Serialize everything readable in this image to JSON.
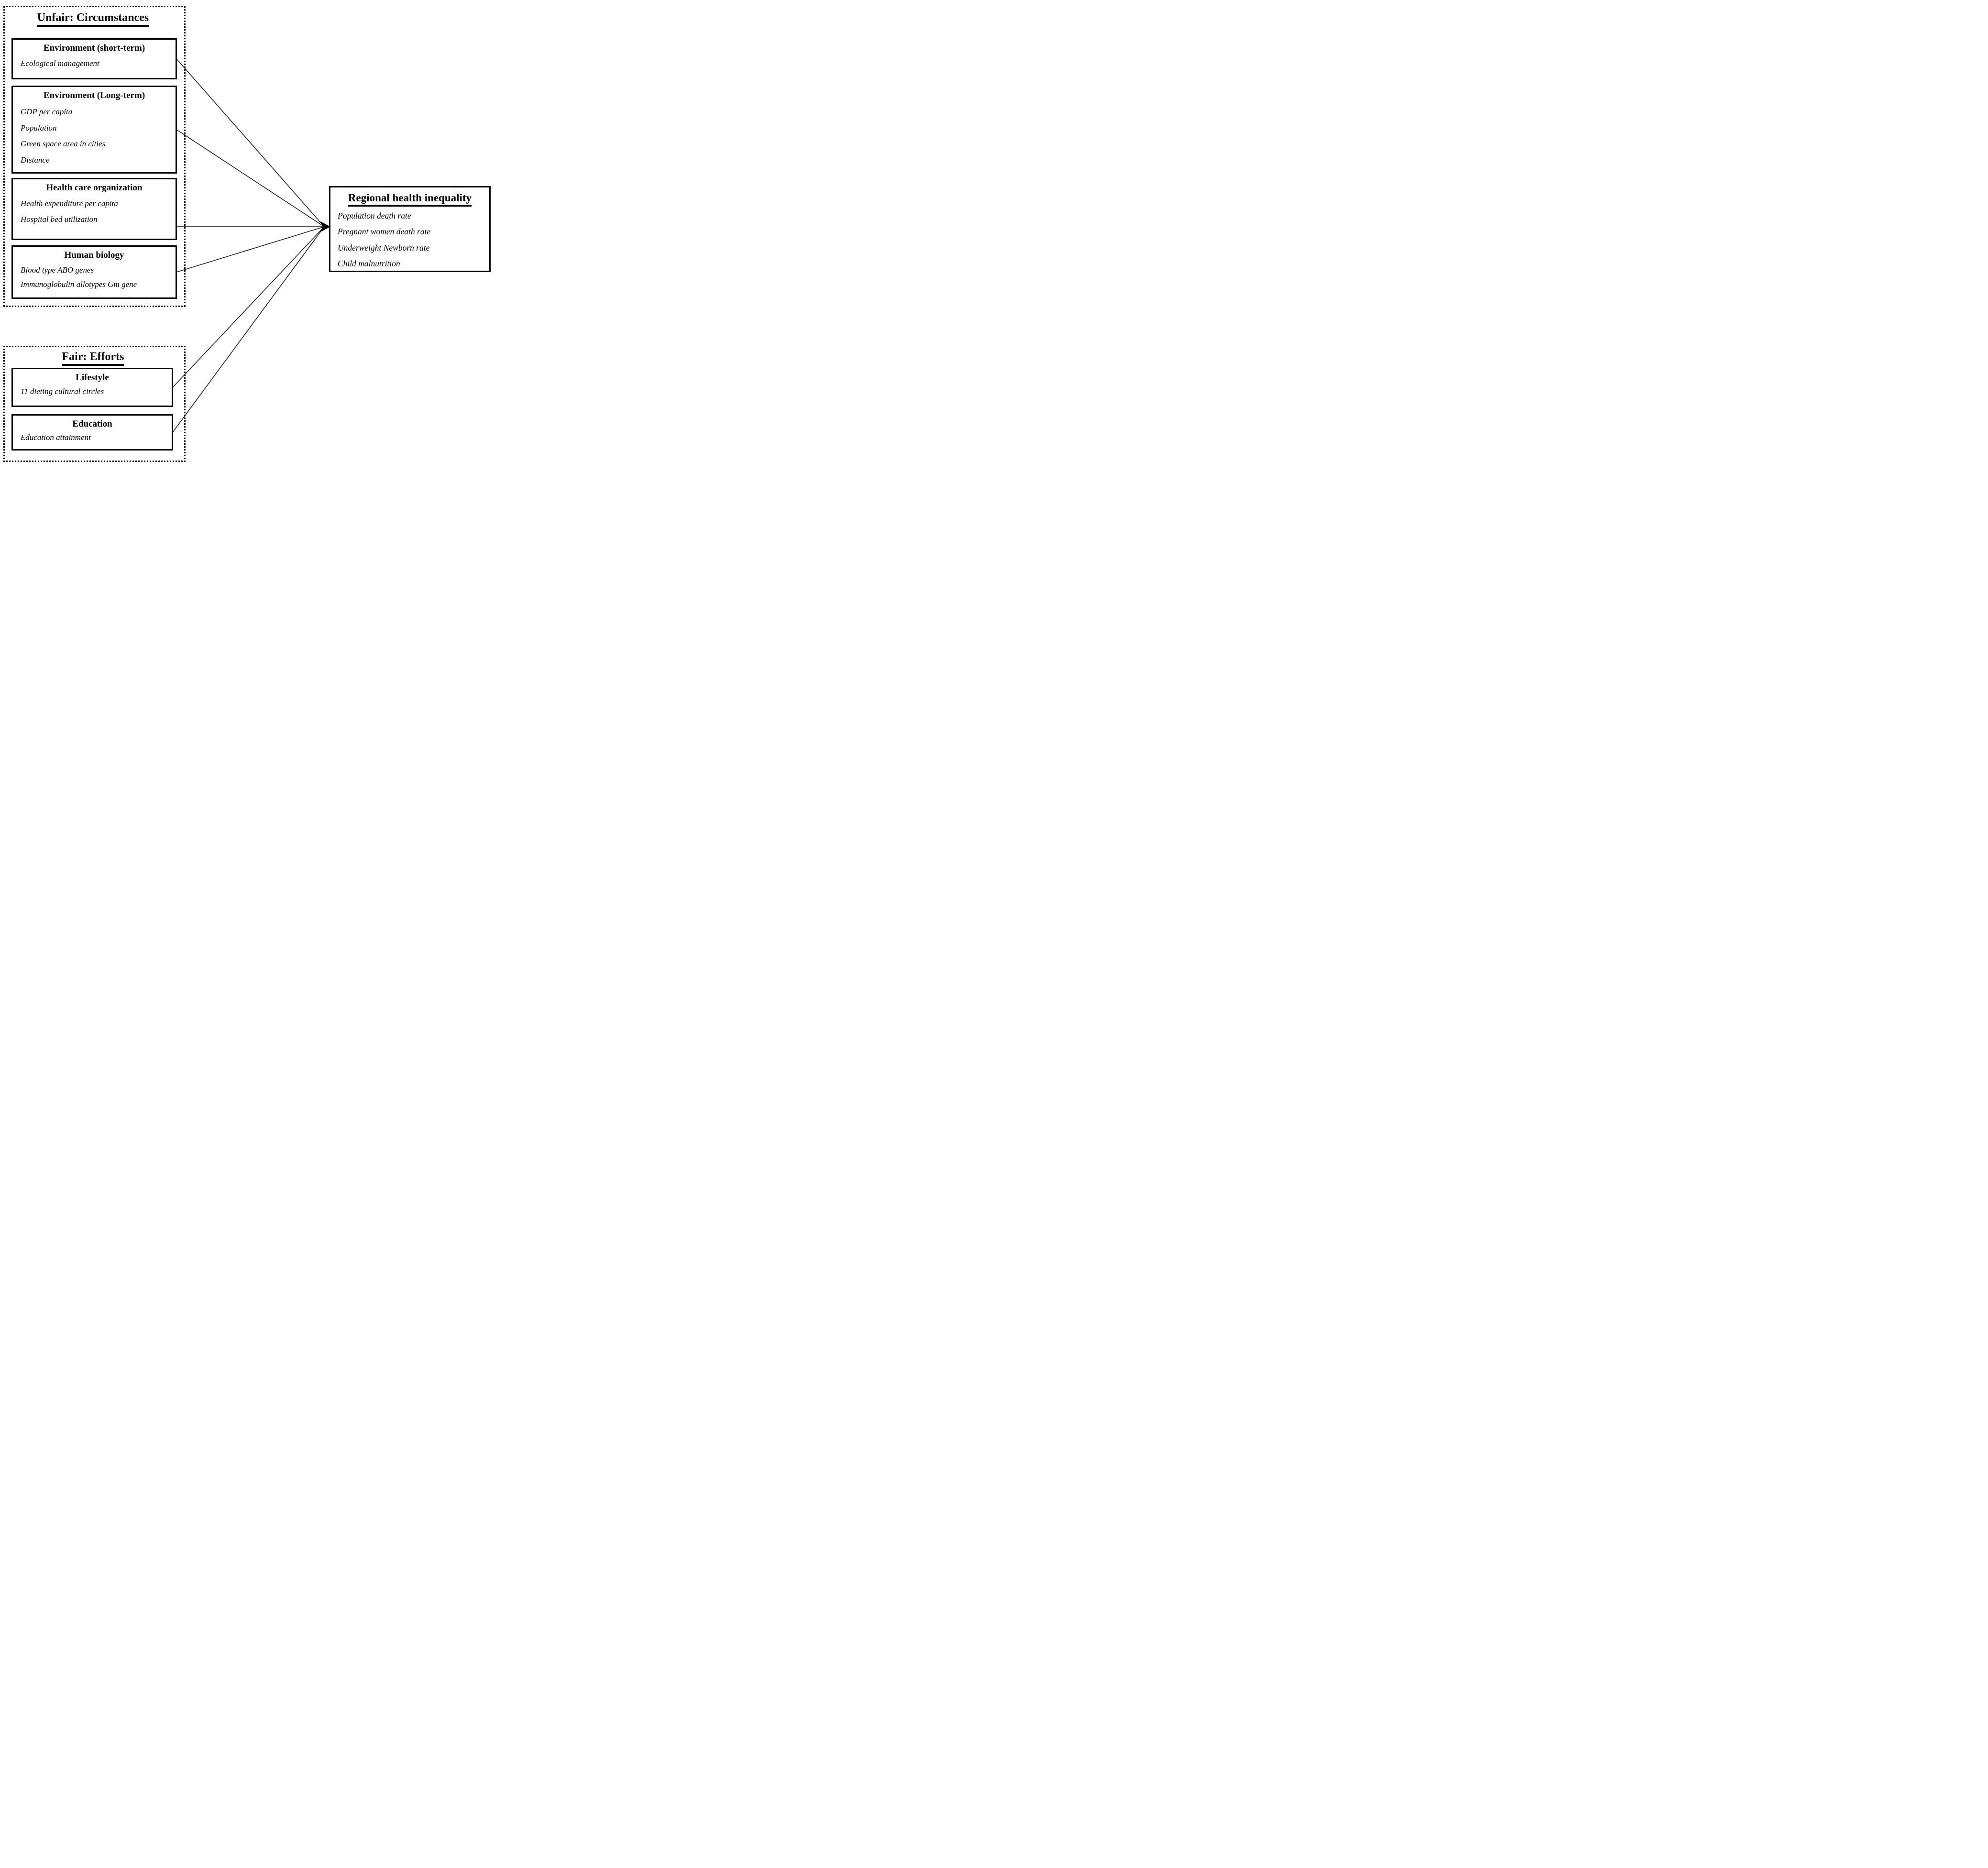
{
  "diagram": {
    "groups": [
      {
        "id": "unfair",
        "title": "Unfair: Circumstances",
        "boxes": [
          {
            "id": "env-short",
            "title": "Environment (short-term)",
            "items": [
              "Ecological management"
            ]
          },
          {
            "id": "env-long",
            "title": "Environment (Long-term)",
            "items": [
              "GDP per capita",
              "Population",
              "Green space area in cities",
              "Distance"
            ]
          },
          {
            "id": "health-care",
            "title": "Health care organization",
            "items": [
              "Health expenditure per capita",
              "Hospital bed utilization"
            ]
          },
          {
            "id": "human-bio",
            "title": "Human biology",
            "items": [
              "Blood type ABO genes",
              "Immunoglobulin allotypes Gm gene"
            ]
          }
        ]
      },
      {
        "id": "fair",
        "title": "Fair: Efforts",
        "boxes": [
          {
            "id": "lifestyle",
            "title": "Lifestyle",
            "items": [
              "11 dieting cultural circles"
            ]
          },
          {
            "id": "education",
            "title": "Education",
            "items": [
              "Education attainment"
            ]
          }
        ]
      }
    ],
    "outcome": {
      "id": "outcome",
      "title": "Regional health inequality",
      "items": [
        "Population death rate",
        "Pregnant women death rate",
        "Underweight Newborn rate",
        "Child malnutrition"
      ]
    },
    "connections": [
      {
        "from": "env-short",
        "to": "outcome",
        "anchor": "mid"
      },
      {
        "from": "env-long",
        "to": "outcome",
        "anchor": "mid"
      },
      {
        "from": "health-care",
        "to": "outcome",
        "anchor": "tip"
      },
      {
        "from": "human-bio",
        "to": "outcome",
        "anchor": "mid"
      },
      {
        "from": "lifestyle",
        "to": "outcome",
        "anchor": "mid"
      },
      {
        "from": "education",
        "to": "outcome",
        "anchor": "mid"
      }
    ],
    "colors": {
      "line": "#1f1f1f",
      "border": "#000000",
      "background": "#ffffff",
      "text": "#000000"
    }
  }
}
